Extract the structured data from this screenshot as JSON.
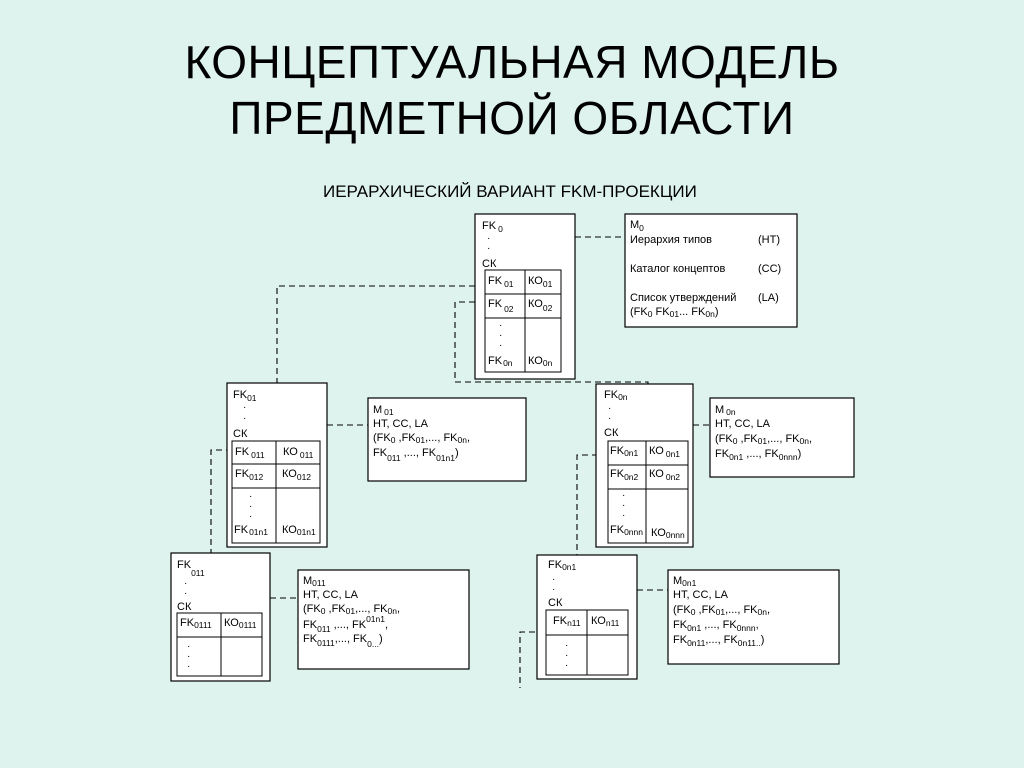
{
  "slide": {
    "title_line1": "КОНЦЕПТУАЛЬНАЯ МОДЕЛЬ",
    "title_line2": "ПРЕДМЕТНОЙ ОБЛАСТИ",
    "subtitle": "ИЕРАРХИЧЕСКИЙ ВАРИАНТ FKM-ПРОЕКЦИИ"
  },
  "diagram": {
    "fk0": {
      "head": "FK",
      "head_sub": "0",
      "sk": "СК",
      "rows": [
        {
          "fk": "FK",
          "fk_sub": "01",
          "ko": "КО",
          "ko_sub": "01"
        },
        {
          "fk": "FK",
          "fk_sub": "02",
          "ko": "КО",
          "ko_sub": "02"
        },
        {
          "fk": "FK",
          "fk_sub": "0n",
          "ko": "КО",
          "ko_sub": "0n"
        }
      ]
    },
    "m0": {
      "head": "M",
      "head_sub": "0",
      "l1": "Иерархия типов",
      "l1r": "(НТ)",
      "l2": "Каталог концептов",
      "l2r": "(СС)",
      "l3": "Список утверждений",
      "l3r": "(LA)",
      "l4a": "(FK",
      "l4a_sub": "0",
      "l4b": " FK",
      "l4b_sub": "01",
      "l4c": "...  FK",
      "l4c_sub": "0n",
      "l4d": ")"
    },
    "fk01": {
      "head": "FK",
      "head_sub": "01",
      "sk": "СК",
      "rows": [
        {
          "fk": "FK",
          "fk_sub": "011",
          "ko": "КО",
          "ko_sub": "011"
        },
        {
          "fk": "FK",
          "fk_sub": "012",
          "ko": "КО",
          "ko_sub": "012"
        },
        {
          "fk": "FK",
          "fk_sub": "01n1",
          "ko": "КО",
          "ko_sub": "01n1"
        }
      ]
    },
    "m01": {
      "head": "M",
      "head_sub": "01",
      "l1": "НТ, СС, LA",
      "l2a": "(FK",
      "l2a_sub": "0",
      "l2b": " ,FK",
      "l2b_sub": "01",
      "l2c": ",..., FK",
      "l2c_sub": "0n",
      "l2d": ",",
      "l3a": " FK",
      "l3a_sub": "011",
      "l3b": " ,..., FK",
      "l3b_sub": "01n1",
      "l3c": ")"
    },
    "fk0n": {
      "head": "FK",
      "head_sub": "0n",
      "sk": "СК",
      "rows": [
        {
          "fk": "FK",
          "fk_sub": "0n1",
          "ko": "КО",
          "ko_sub": "0n1"
        },
        {
          "fk": "FK",
          "fk_sub": "0n2",
          "ko": "КО",
          "ko_sub": "0n2"
        },
        {
          "fk": "FK",
          "fk_sub": "0nnn",
          "ko": "КО",
          "ko_sub": "0nnn"
        }
      ]
    },
    "m0n": {
      "head": "M",
      "head_sub": "0n",
      "l1": "НТ, СС, LA",
      "l2a": "(FK",
      "l2a_sub": "0",
      "l2b": " ,FK",
      "l2b_sub": "01",
      "l2c": ",..., FK",
      "l2c_sub": "0n",
      "l2d": ",",
      "l3a": " FK",
      "l3a_sub": "0n1",
      "l3b": " ,..., FK",
      "l3b_sub": "0nnn",
      "l3c": ")"
    },
    "fk011": {
      "head": "FK",
      "head_sub": "011",
      "sk": "СК",
      "rows": [
        {
          "fk": "FK",
          "fk_sub": "0111",
          "ko": "КО",
          "ko_sub": "0111"
        }
      ]
    },
    "m011": {
      "head": "M",
      "head_sub": "011",
      "l1": "НТ, СС, LA",
      "l2a": "(FK",
      "l2a_sub": "0",
      "l2b": " ,FK",
      "l2b_sub": "01",
      "l2c": ",..., FK",
      "l2c_sub": "0n",
      "l2d": ",",
      "l3a": " FK",
      "l3a_sub": "011",
      "l3b": " ,..., FK",
      "l3b_sub": "01n1",
      "l3c": ",",
      "l4a": " FK",
      "l4a_sub": "0111",
      "l4b": ",..., FK",
      "l4b_sub": "0...",
      "l4c": ")"
    },
    "fk0n1": {
      "head": "FK",
      "head_sub": "0n1",
      "sk": "СК",
      "rows": [
        {
          "fk": "FK",
          "fk_sub": "n11",
          "ko": "КО",
          "ko_sub": "n11"
        }
      ]
    },
    "m0n1": {
      "head": "M",
      "head_sub": "0n1",
      "l1": "НТ, СС, LA",
      "l2a": "(FK",
      "l2a_sub": "0",
      "l2b": " ,FK",
      "l2b_sub": "01",
      "l2c": ",..., FK",
      "l2c_sub": "0n",
      "l2d": ",",
      "l3a": " FK",
      "l3a_sub": "0n1",
      "l3b": " ,..., FK",
      "l3b_sub": "0nnn",
      "l3c": ",",
      "l4a": " FK",
      "l4a_sub": "0n11",
      "l4b": ",..., FK",
      "l4b_sub": "0n11..",
      "l4c": ")"
    }
  }
}
